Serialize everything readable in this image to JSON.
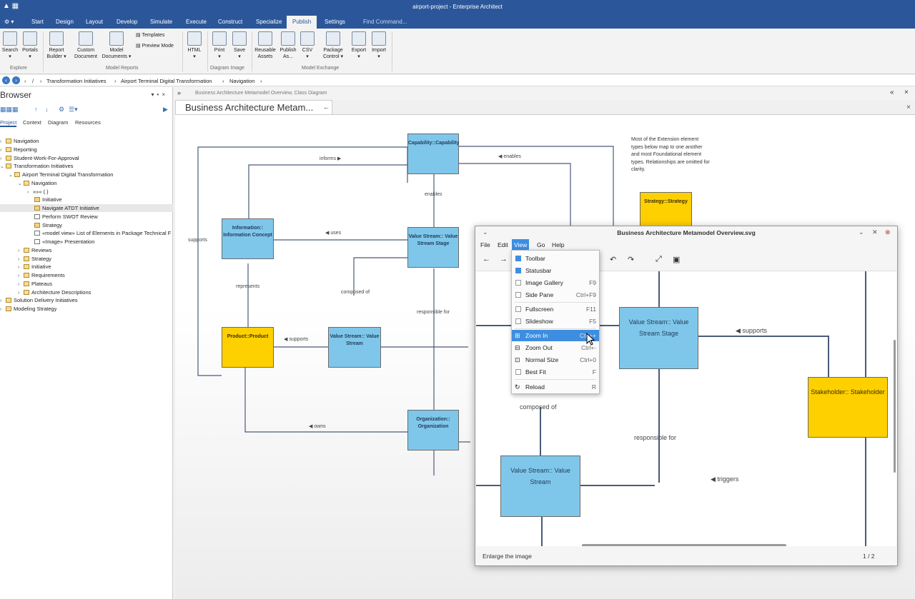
{
  "window": {
    "title": "airport-project - Enterprise Architect"
  },
  "ribbon_tabs": [
    "Start",
    "Design",
    "Layout",
    "Develop",
    "Simulate",
    "Execute",
    "Construct",
    "Specialize",
    "Publish",
    "Settings"
  ],
  "active_tab": "Publish",
  "find_command": "Find Command...",
  "ribbon": {
    "search": "Search",
    "portals": "Portals",
    "report_builder": "Report Builder",
    "custom_document": "Custom Document",
    "model_documents": "Model Documents",
    "templates": "Templates",
    "preview_mode": "Preview Mode",
    "html": "HTML",
    "print": "Print",
    "save": "Save",
    "reusable_assets": "Reusable Assets",
    "publish_as": "Publish As...",
    "csv": "CSV",
    "package_control": "Package Control",
    "export": "Export",
    "import": "Import",
    "groups": {
      "explore": "Explore",
      "model_reports": "Model Reports",
      "diagram_image": "Diagram Image",
      "model_exchange": "Model Exchange"
    }
  },
  "breadcrumb": [
    "/",
    "Transformation Initiatives",
    "Airport Terminal Digital Transformation",
    "Navigation"
  ],
  "browser": {
    "title": "Browser",
    "tabs": [
      "Project",
      "Context",
      "Diagram",
      "Resources"
    ],
    "tree": [
      {
        "label": "Navigation"
      },
      {
        "label": "Reporting"
      },
      {
        "label": "Student-Work-For-Approval"
      },
      {
        "label": "Transformation Initiatives"
      },
      {
        "label": "Airport Terminal Digital Transformation"
      },
      {
        "label": "Navigation"
      },
      {
        "label": "«»« ( )"
      },
      {
        "label": "Initiative"
      },
      {
        "label": "Navigate ATDT Initiative"
      },
      {
        "label": "Perform SWOT Review"
      },
      {
        "label": "Strategy"
      },
      {
        "label": "«model view» List of Elements in Package Technical F"
      },
      {
        "label": "«Image» Presentation"
      },
      {
        "label": "Reviews"
      },
      {
        "label": "Strategy"
      },
      {
        "label": "Initiative"
      },
      {
        "label": "Requirements"
      },
      {
        "label": "Plateaus"
      },
      {
        "label": "Architecture Descriptions"
      },
      {
        "label": "Solution Delivery Initiatives"
      },
      {
        "label": "Modeling Strategy"
      }
    ]
  },
  "diagram": {
    "path": "Business Architecture Metamodel Overview,  Class Diagram",
    "tab_title": "Business Architecture Metam...",
    "note": "Most of the Extension element types below map to one another and most Foundational element types. Relationships are omitted for clarity.",
    "elements": {
      "capability": "Capability::Capability",
      "information": "Information:: Information Concept",
      "vs_stage": "Value Stream:: Value Stream Stage",
      "product": "Product::Product",
      "vs_stream": "Value Stream:: Value Stream",
      "organization": "Organization:: Organization",
      "strategy": "Strategy::Strategy"
    },
    "labels": {
      "informs": "informs",
      "enables_right": "enables",
      "enables": "enables",
      "uses": "uses",
      "supports_left": "supports",
      "represents": "represents",
      "composed_of": "composed of",
      "responsible_for": "responsible for",
      "supports": "supports",
      "owns": "owns"
    }
  },
  "viewer": {
    "title": "Business Architecture Metamodel Overview.svg",
    "menu": [
      "File",
      "Edit",
      "View",
      "Go",
      "Help"
    ],
    "active_menu": "View",
    "status": "Enlarge the image",
    "page": "1 / 2",
    "elements": {
      "vs_stage": "Value Stream:: Value Stream Stage",
      "stakeholder": "Stakeholder:: Stakeholder",
      "vs_stream": "Value Stream:: Value Stream"
    },
    "labels": {
      "supports": "supports",
      "composed_of": "composed of",
      "responsible_for": "responsible for",
      "triggers": "triggers"
    }
  },
  "view_menu": [
    {
      "label": "Toolbar",
      "key": "",
      "checked": true
    },
    {
      "label": "Statusbar",
      "key": "",
      "checked": true
    },
    {
      "label": "Image Gallery",
      "key": "F9",
      "checked": false
    },
    {
      "label": "Side Pane",
      "key": "Ctrl+F9",
      "checked": false
    },
    {
      "label": "Fullscreen",
      "key": "F11",
      "checked": false
    },
    {
      "label": "Slideshow",
      "key": "F5",
      "checked": false
    },
    {
      "label": "Zoom In",
      "key": "Ctrl++",
      "highlight": true
    },
    {
      "label": "Zoom Out",
      "key": "Ctrl+-"
    },
    {
      "label": "Normal Size",
      "key": "Ctrl+0"
    },
    {
      "label": "Best Fit",
      "key": "F",
      "checked": false
    },
    {
      "label": "Reload",
      "key": "R"
    }
  ]
}
